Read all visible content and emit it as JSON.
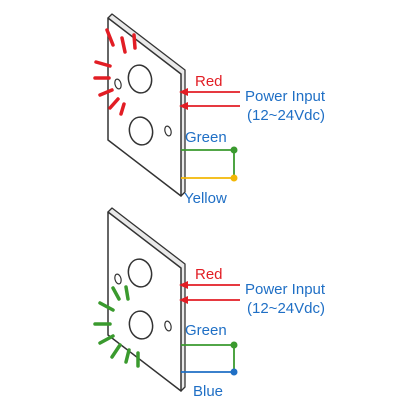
{
  "colors": {
    "red": "#e21d24",
    "blue": "#1f6fc5",
    "green": "#3a9a2e",
    "yellow": "#f2b705",
    "outline": "#333333",
    "plate_fill": "#ffffff"
  },
  "top_panel": {
    "label_red": "Red",
    "label_power_line1": "Power Input",
    "label_power_line2": "(12~24Vdc)",
    "label_green": "Green",
    "label_bottom_wire": "Yellow",
    "lit_lamp": "upper",
    "lit_color": "red"
  },
  "bottom_panel": {
    "label_red": "Red",
    "label_power_line1": "Power Input",
    "label_power_line2": "(12~24Vdc)",
    "label_green": "Green",
    "label_bottom_wire": "Blue",
    "lit_lamp": "lower",
    "lit_color": "green"
  }
}
